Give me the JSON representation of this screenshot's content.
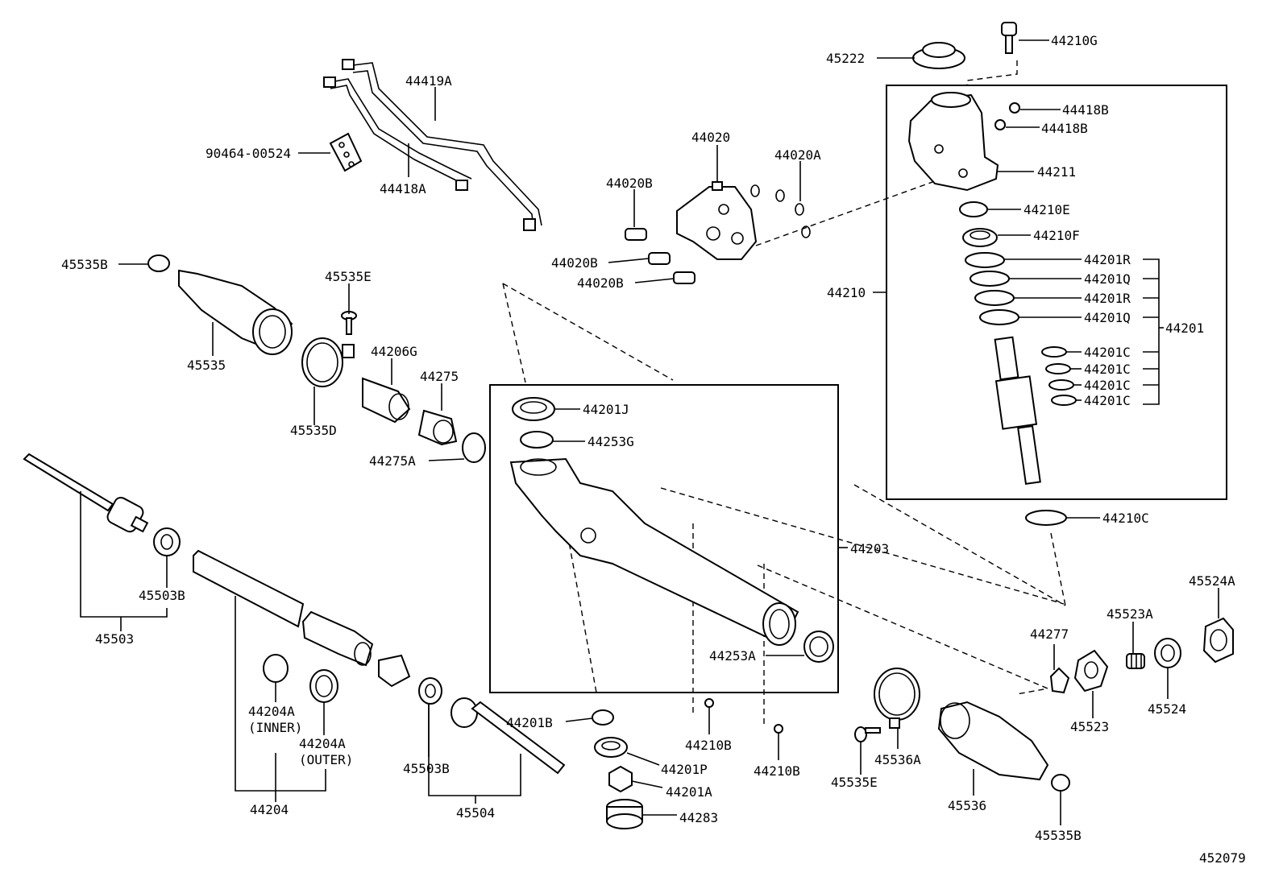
{
  "diagram_id": "452079",
  "labels": {
    "p44210G": "44210G",
    "p45222": "45222",
    "p44418B_1": "44418B",
    "p44418B_2": "44418B",
    "p44211": "44211",
    "p44210E": "44210E",
    "p44210F": "44210F",
    "p44201R_1": "44201R",
    "p44201Q_1": "44201Q",
    "p44201R_2": "44201R",
    "p44201Q_2": "44201Q",
    "p44201": "44201",
    "p44201C_1": "44201C",
    "p44201C_2": "44201C",
    "p44201C_3": "44201C",
    "p44201C_4": "44201C",
    "p44210": "44210",
    "p44210C": "44210C",
    "p44419A": "44419A",
    "p90464": "90464-00524",
    "p44418A": "44418A",
    "p44020": "44020",
    "p44020A": "44020A",
    "p44020B_1": "44020B",
    "p44020B_2": "44020B",
    "p44020B_3": "44020B",
    "p45535B_1": "45535B",
    "p45535E_1": "45535E",
    "p45535": "45535",
    "p44206G": "44206G",
    "p44275": "44275",
    "p45535D": "45535D",
    "p44275A": "44275A",
    "p44201J": "44201J",
    "p44253G": "44253G",
    "p44203": "44203",
    "p44253A": "44253A",
    "p45503B_1": "45503B",
    "p45503": "45503",
    "p44204A_inner": "44204A",
    "p_inner": "(INNER)",
    "p44204A_outer": "44204A",
    "p_outer": "(OUTER)",
    "p44204": "44204",
    "p45503B_2": "45503B",
    "p45504": "45504",
    "p44201B": "44201B",
    "p44201P": "44201P",
    "p44201A": "44201A",
    "p44283": "44283",
    "p44210B_1": "44210B",
    "p44210B_2": "44210B",
    "p45535E_2": "45535E",
    "p45536A": "45536A",
    "p45536": "45536",
    "p45535B_2": "45535B",
    "p44277": "44277",
    "p45523A": "45523A",
    "p45523": "45523",
    "p45524": "45524",
    "p45524A": "45524A"
  }
}
